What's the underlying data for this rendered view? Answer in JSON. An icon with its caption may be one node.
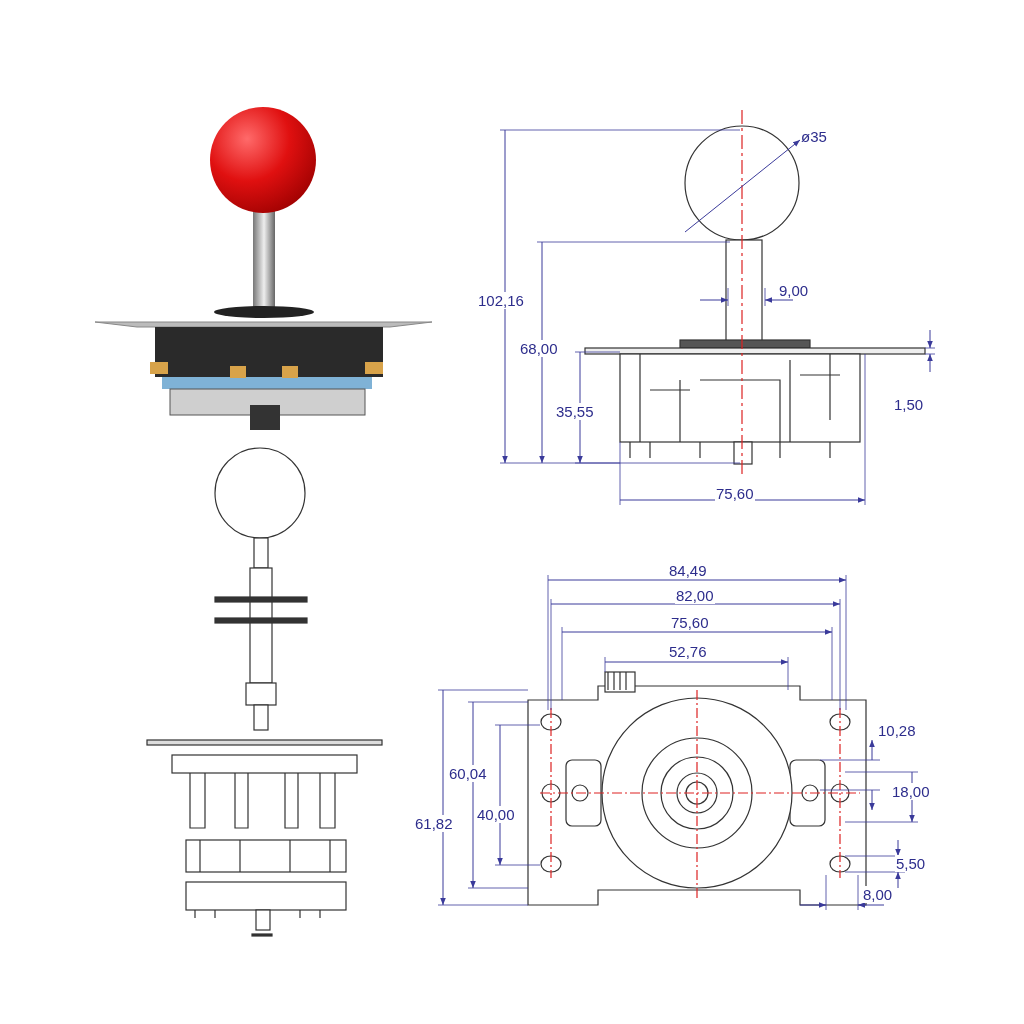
{
  "diagram": {
    "labels": [
      "ø35",
      "9,00",
      "102,16",
      "68,00",
      "35,55",
      "1,50",
      "75,60",
      "84,49",
      "82,00",
      "75,60",
      "52,76",
      "10,28",
      "60,04",
      "18,00",
      "61,82",
      "40,00",
      "5,50",
      "8,00"
    ]
  }
}
